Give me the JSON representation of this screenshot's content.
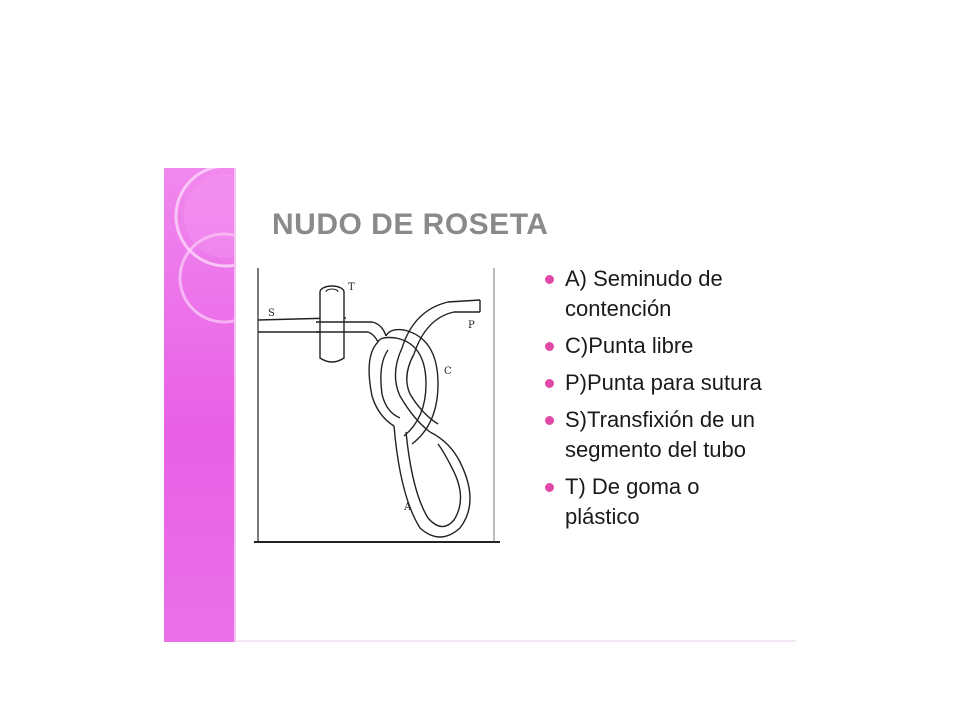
{
  "slide": {
    "title": "NUDO DE ROSETA",
    "accent_color": "#e860e6",
    "bullet_color": "#e04aa6"
  },
  "figure": {
    "labels": {
      "s": "S",
      "t": "T",
      "p": "P",
      "c": "C",
      "a": "A"
    }
  },
  "bullets": [
    "A) Seminudo de contención",
    "C)Punta libre",
    "P)Punta para sutura",
    "S)Transfixión de un segmento del tubo",
    "T) De goma o plástico"
  ]
}
